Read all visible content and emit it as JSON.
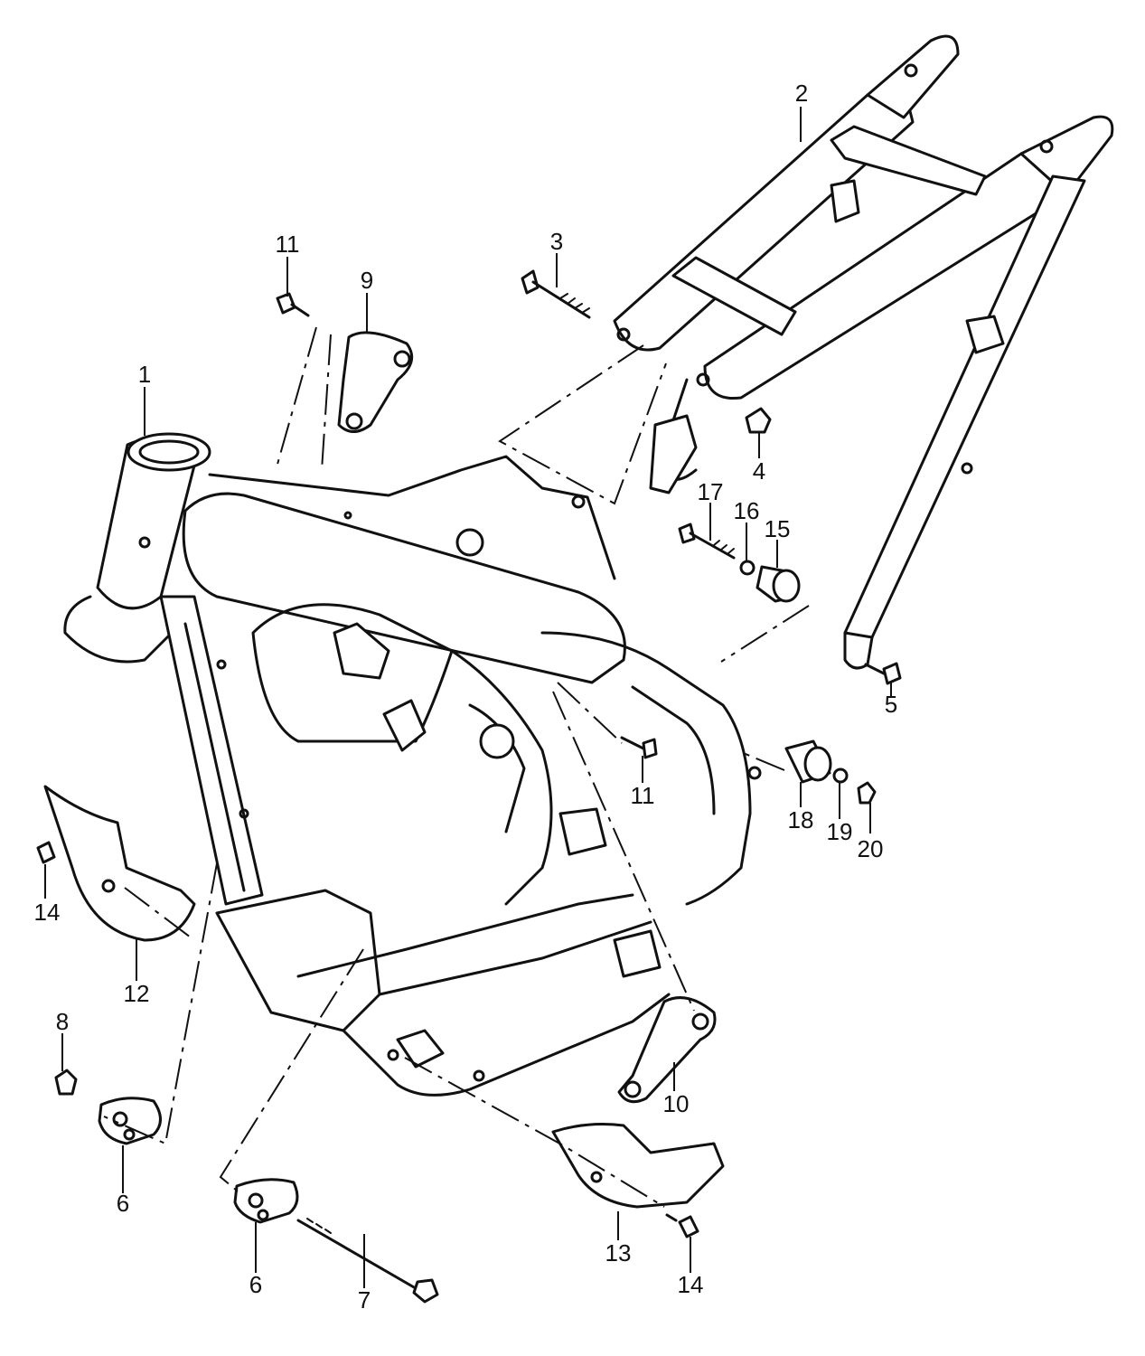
{
  "diagram": {
    "callouts": [
      "1",
      "2",
      "3",
      "4",
      "5",
      "6",
      "6",
      "7",
      "8",
      "9",
      "10",
      "11",
      "11",
      "12",
      "13",
      "14",
      "14",
      "15",
      "16",
      "17",
      "18",
      "19",
      "20"
    ]
  }
}
